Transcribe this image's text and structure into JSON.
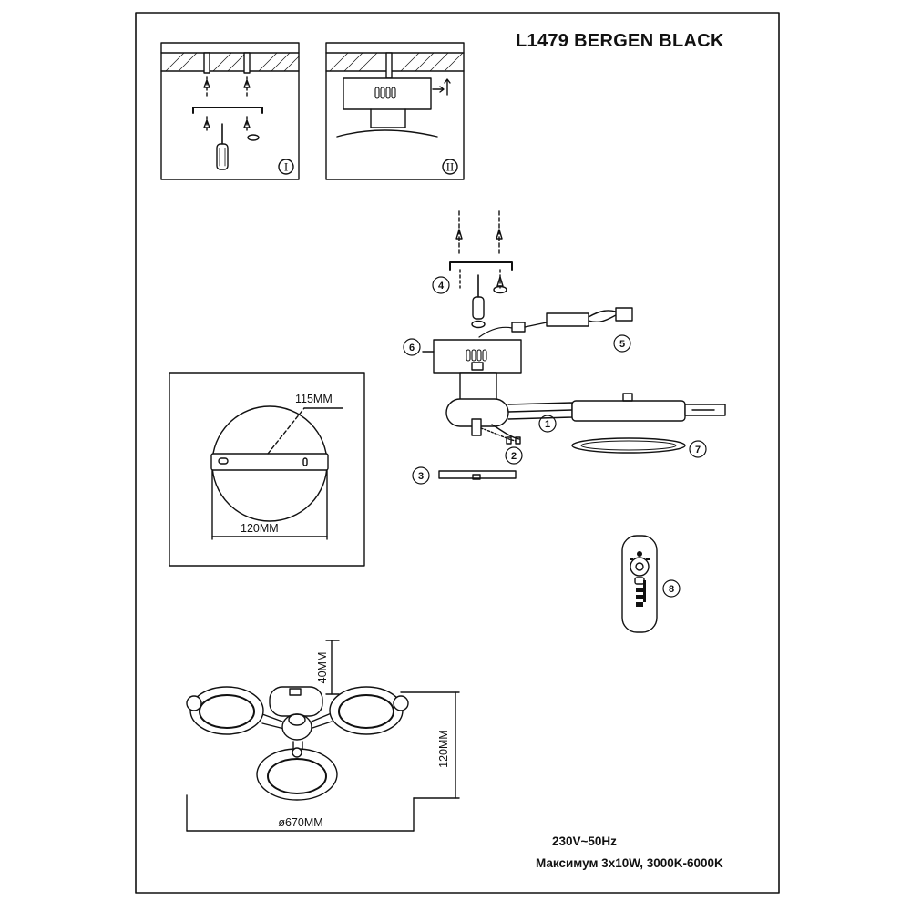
{
  "title": "L1479 BERGEN BLACK",
  "steps": {
    "step_1": "I",
    "step_2": "II"
  },
  "parts": [
    "1",
    "2",
    "3",
    "4",
    "5",
    "6",
    "7",
    "8"
  ],
  "dimensions": {
    "plate_width": "115MM",
    "base_width": "120MM",
    "arm_height": "40MM",
    "total_height": "120MM",
    "diameter": "ø670MM"
  },
  "specs": {
    "voltage": "230V~50Hz",
    "max": "Максимум 3x10W, 3000K-6000K"
  }
}
